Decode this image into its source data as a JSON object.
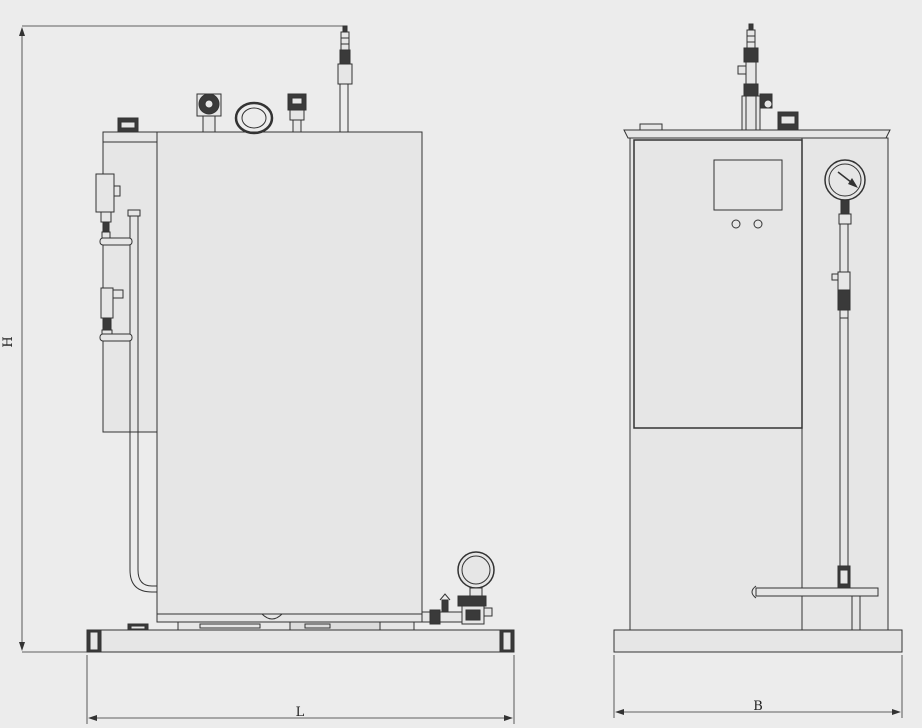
{
  "dimensions": {
    "height_label": "H",
    "length_label": "L",
    "breadth_label": "B"
  },
  "colors": {
    "background": "#ececec",
    "line": "#333333",
    "fill_light": "#e6e6e6",
    "fill_panel": "#dcdcdc",
    "fill_dark": "#3a3a3a"
  }
}
